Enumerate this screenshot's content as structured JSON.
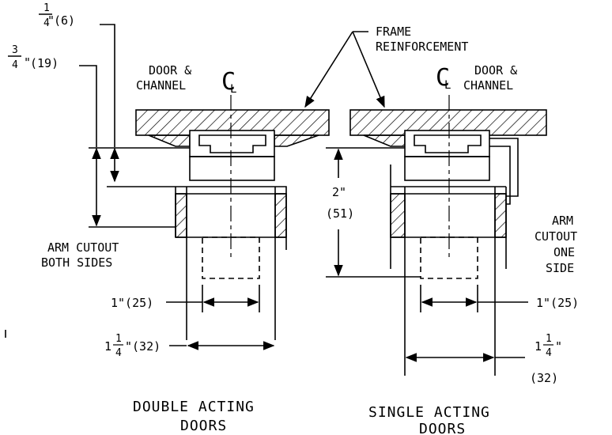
{
  "labels": {
    "dim_quarter": "(6)",
    "dim_quarter_num": "1",
    "dim_quarter_den": "4",
    "dim_three_quarter": "(19)",
    "dim_three_quarter_num": "3",
    "dim_three_quarter_den": "4",
    "frame_reinforcement_line1": "FRAME",
    "frame_reinforcement_line2": "REINFORCEMENT",
    "left_door_channel_line1": "DOOR &",
    "left_door_channel_line2": "CHANNEL",
    "right_door_channel_line1": "DOOR &",
    "right_door_channel_line2": "CHANNEL",
    "arm_cutout_both_line1": "ARM CUTOUT",
    "arm_cutout_both_line2": "BOTH SIDES",
    "arm_cutout_one_line1": "ARM",
    "arm_cutout_one_line2": "CUTOUT",
    "arm_cutout_one_line3": "ONE",
    "arm_cutout_one_line4": "SIDE",
    "dim_two_inch": "2\"",
    "dim_two_inch_mm": "(51)",
    "dim_one_inch_left": "1\"(25)",
    "dim_one_inch_right": "1\"(25)",
    "dim_one_quarter_left_whole": "1",
    "dim_one_quarter_left_rest": "\"(32)",
    "dim_one_quarter_right_whole": "1",
    "dim_one_quarter_right_inch": "\"",
    "dim_one_quarter_right_mm": "(32)",
    "frac_num": "1",
    "frac_den": "4",
    "caption_left_line1": "DOUBLE ACTING",
    "caption_left_line2": "DOORS",
    "caption_right_line1": "SINGLE ACTING",
    "caption_right_line2": "DOORS",
    "centerline_symbol": "C"
  }
}
